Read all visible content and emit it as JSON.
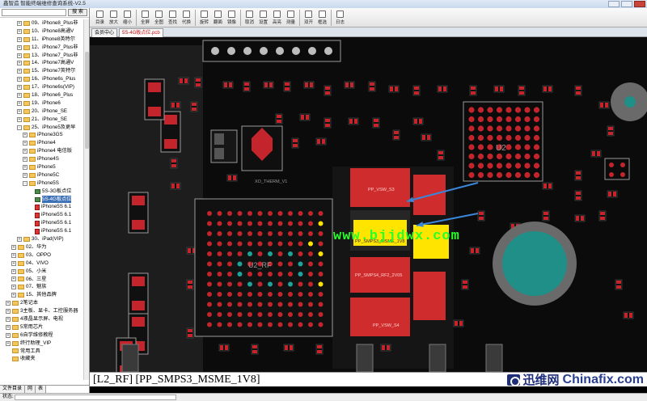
{
  "window": {
    "title": "鑫智造 智能终端维修查询系统-V2.5"
  },
  "sidebar": {
    "search_button": "搜 索",
    "tree": [
      {
        "indent": 3,
        "toggle": "+",
        "icon": "folder",
        "label": "09、iPhone8_Plus非"
      },
      {
        "indent": 3,
        "toggle": "+",
        "icon": "folder",
        "label": "10、iPhone8高通V"
      },
      {
        "indent": 3,
        "toggle": "+",
        "icon": "folder",
        "label": "11、iPhone8英特尔"
      },
      {
        "indent": 3,
        "toggle": "+",
        "icon": "folder",
        "label": "12、iPhone7_Plus非"
      },
      {
        "indent": 3,
        "toggle": "+",
        "icon": "folder",
        "label": "13、iPhone7_Plus非"
      },
      {
        "indent": 3,
        "toggle": "+",
        "icon": "folder",
        "label": "14、iPhone7高通V"
      },
      {
        "indent": 3,
        "toggle": "+",
        "icon": "folder",
        "label": "15、iPhone7英特尔"
      },
      {
        "indent": 3,
        "toggle": "+",
        "icon": "folder",
        "label": "16、iPhone6s_Plus"
      },
      {
        "indent": 3,
        "toggle": "+",
        "icon": "folder",
        "label": "17、iPhone6s(VIP)"
      },
      {
        "indent": 3,
        "toggle": "+",
        "icon": "folder",
        "label": "18、iPhone6_Plus"
      },
      {
        "indent": 3,
        "toggle": "+",
        "icon": "folder",
        "label": "19、iPhone6"
      },
      {
        "indent": 3,
        "toggle": "+",
        "icon": "folder",
        "label": "20、iPhone_SE"
      },
      {
        "indent": 3,
        "toggle": "+",
        "icon": "folder",
        "label": "21、iPhone_SE"
      },
      {
        "indent": 3,
        "toggle": "-",
        "icon": "folder",
        "label": "25、iPhone5及更早"
      },
      {
        "indent": 4,
        "toggle": "+",
        "icon": "folder",
        "label": "iPhone3GS"
      },
      {
        "indent": 4,
        "toggle": "+",
        "icon": "folder",
        "label": "iPhone4"
      },
      {
        "indent": 4,
        "toggle": "+",
        "icon": "folder",
        "label": "iPhone4 电信版"
      },
      {
        "indent": 4,
        "toggle": "+",
        "icon": "folder",
        "label": "iPhone4S"
      },
      {
        "indent": 4,
        "toggle": "+",
        "icon": "folder",
        "label": "iPhone5"
      },
      {
        "indent": 4,
        "toggle": "+",
        "icon": "folder",
        "label": "iPhone5C"
      },
      {
        "indent": 4,
        "toggle": "-",
        "icon": "folder",
        "label": "iPhone5S"
      },
      {
        "indent": 5,
        "toggle": "",
        "icon": "brd",
        "label": "5S-3G板点位"
      },
      {
        "indent": 5,
        "toggle": "",
        "icon": "brd",
        "label": "5S-4G板点位",
        "selected": true
      },
      {
        "indent": 5,
        "toggle": "",
        "icon": "pdf",
        "label": "iPhone5S 6.1"
      },
      {
        "indent": 5,
        "toggle": "",
        "icon": "pdf",
        "label": "iPhone5S 6.1"
      },
      {
        "indent": 5,
        "toggle": "",
        "icon": "pdf",
        "label": "iPhone5S 6.1"
      },
      {
        "indent": 5,
        "toggle": "",
        "icon": "pdf",
        "label": "iPhone5S 6.1"
      },
      {
        "indent": 3,
        "toggle": "+",
        "icon": "folder",
        "label": "30、iPad(VIP)"
      },
      {
        "indent": 2,
        "toggle": "+",
        "icon": "folder",
        "label": "02、华为"
      },
      {
        "indent": 2,
        "toggle": "+",
        "icon": "folder",
        "label": "03、OPPO"
      },
      {
        "indent": 2,
        "toggle": "+",
        "icon": "folder",
        "label": "04、VIVO"
      },
      {
        "indent": 2,
        "toggle": "+",
        "icon": "folder",
        "label": "05、小米"
      },
      {
        "indent": 2,
        "toggle": "+",
        "icon": "folder",
        "label": "06、三星"
      },
      {
        "indent": 2,
        "toggle": "+",
        "icon": "folder",
        "label": "07、魅族"
      },
      {
        "indent": 2,
        "toggle": "+",
        "icon": "folder",
        "label": "15、其他品牌"
      },
      {
        "indent": 1,
        "toggle": "+",
        "icon": "folder",
        "label": "2笔记本"
      },
      {
        "indent": 1,
        "toggle": "+",
        "icon": "folder",
        "label": "3主板、显卡、工控服务器"
      },
      {
        "indent": 1,
        "toggle": "+",
        "icon": "folder",
        "label": "4液晶显示屏、电视"
      },
      {
        "indent": 1,
        "toggle": "+",
        "icon": "folder",
        "label": "5常用芯片"
      },
      {
        "indent": 1,
        "toggle": "+",
        "icon": "folder",
        "label": "6自学维修教程"
      },
      {
        "indent": 1,
        "toggle": "+",
        "icon": "folder",
        "label": "终行助理_VIP"
      },
      {
        "indent": 1,
        "toggle": "",
        "icon": "folder",
        "label": "常用工具"
      },
      {
        "indent": 1,
        "toggle": "",
        "icon": "folder",
        "label": "收藏夹"
      }
    ],
    "bottom_tabs": [
      "文件目录",
      "网",
      "表"
    ]
  },
  "toolbar": {
    "buttons": [
      {
        "name": "catalog",
        "label": "目录"
      },
      {
        "name": "zoom-in",
        "label": "放大"
      },
      {
        "name": "zoom-out",
        "label": "缩小"
      },
      {
        "sep": true
      },
      {
        "name": "fit-all",
        "label": "全屏"
      },
      {
        "name": "fit-page",
        "label": "全图"
      },
      {
        "name": "find",
        "label": "查找"
      },
      {
        "name": "replace",
        "label": "代换"
      },
      {
        "sep": true
      },
      {
        "name": "rotate",
        "label": "旋转"
      },
      {
        "name": "flip",
        "label": "翻面"
      },
      {
        "name": "mirror",
        "label": "镜像"
      },
      {
        "sep": true
      },
      {
        "name": "cancel",
        "label": "取消"
      },
      {
        "name": "settings",
        "label": "设置"
      },
      {
        "name": "highlight",
        "label": "高亮"
      },
      {
        "name": "measure",
        "label": "测量"
      },
      {
        "sep": true
      },
      {
        "name": "dual-open",
        "label": "双开"
      },
      {
        "name": "select",
        "label": "框选"
      },
      {
        "sep": true
      },
      {
        "name": "log",
        "label": "日志"
      }
    ]
  },
  "tabs": [
    {
      "label": "会员中心"
    },
    {
      "label": "5S-4G板点位.pcb",
      "active": true
    }
  ],
  "board": {
    "labels": {
      "u2": "U2",
      "u2rf": "U2_RF",
      "xo": "XO_THERM_V1",
      "c1": "PP_VSW_S3",
      "c2": "PP_SMPS3_MSME_1V8",
      "c3": "PP_SMPS4_RF2_2V05",
      "c4": "PP_VSW_S4"
    },
    "colors": {
      "board": "#0b0b0b",
      "pad": "#c4252c",
      "highlight": "#ffe400",
      "via_teal": "#1fa39a",
      "silk": "#9a9a9a",
      "arrow": "#3a86d8"
    }
  },
  "watermark": "www.bjjdwx.com",
  "netbar": {
    "label": "[L2_RF]  [PP_SMPS3_MSME_1V8]"
  },
  "brand": {
    "cn": "迅维网",
    "en": "Chinafix.com"
  },
  "status": {
    "label": "状态:"
  }
}
